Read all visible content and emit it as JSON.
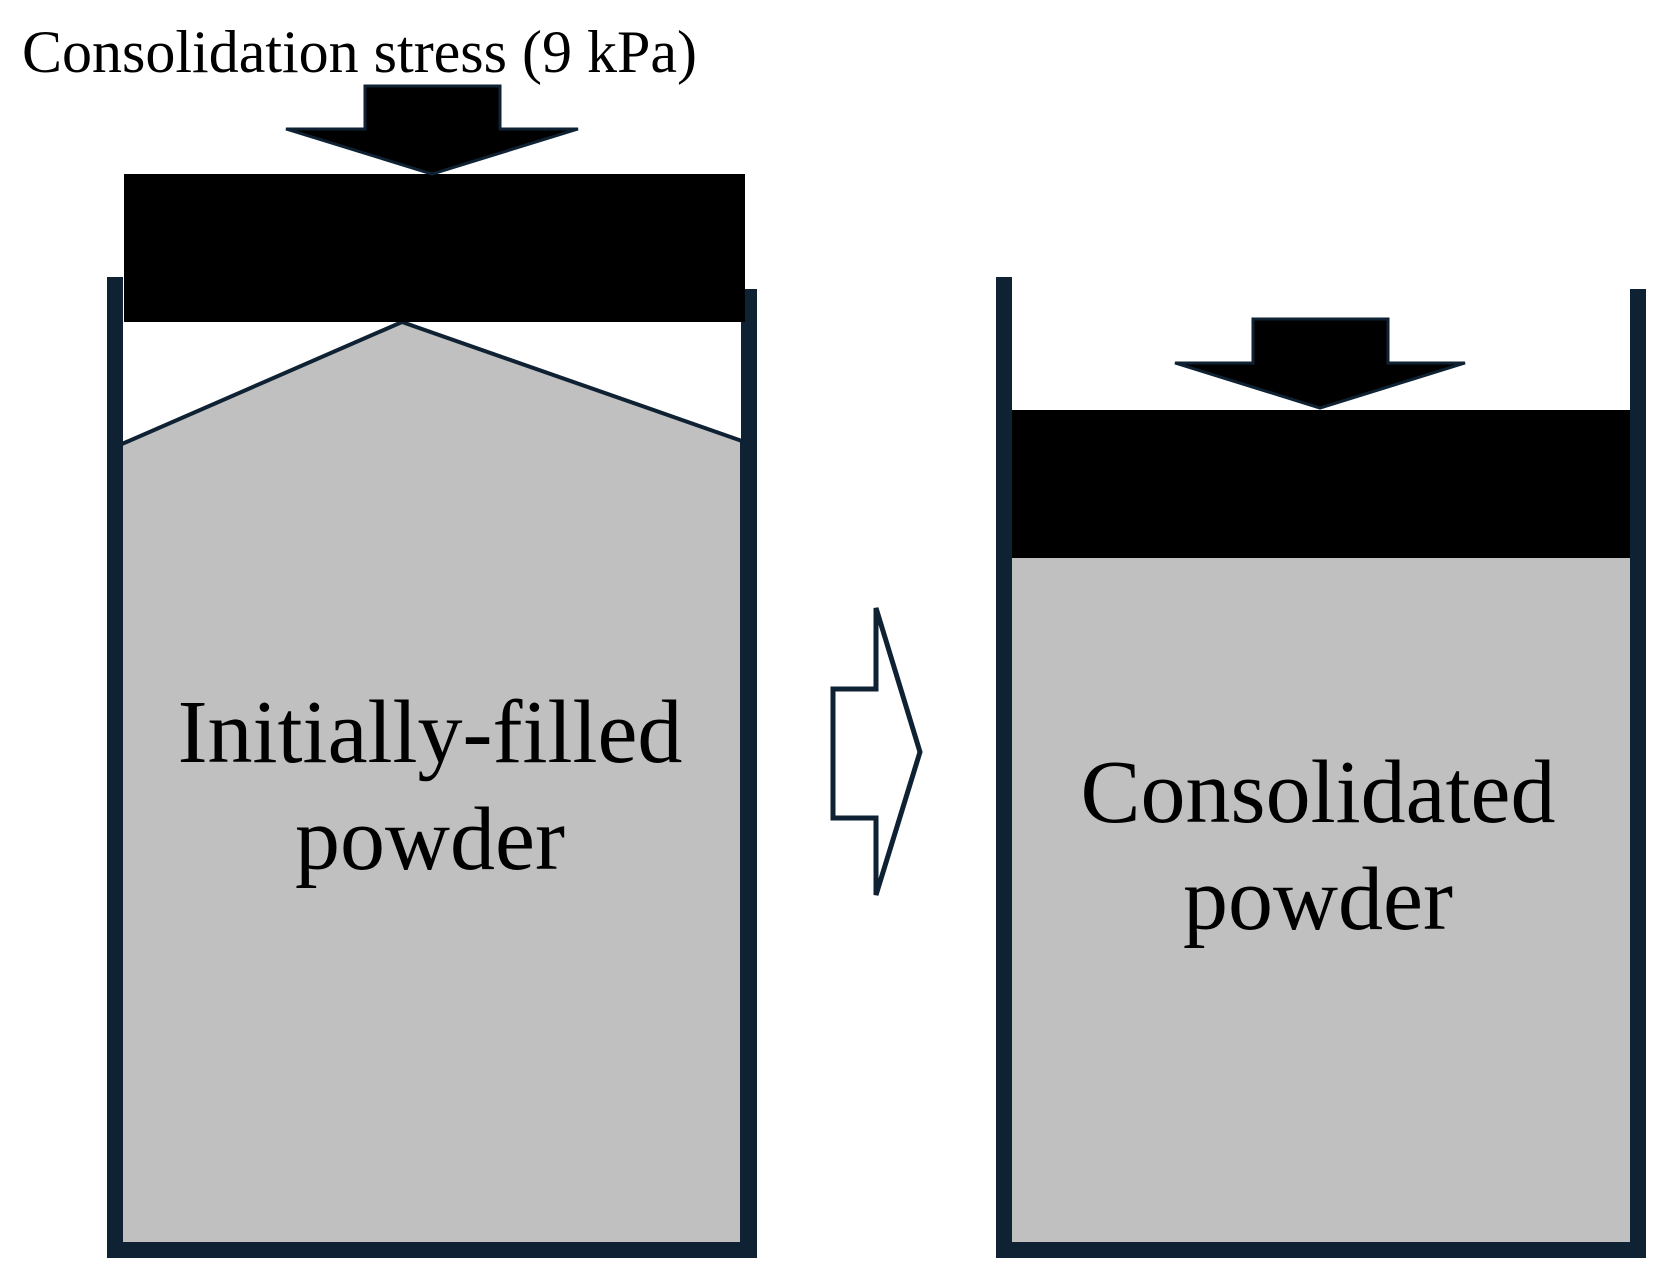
{
  "title": "Consolidation stress (9 kPa)",
  "left_container": {
    "label_line1": "Initially-filled",
    "label_line2": "powder"
  },
  "right_container": {
    "label_line1": "Consolidated",
    "label_line2": "powder"
  },
  "colors": {
    "wall": "#0f2233",
    "powder": "#c0c0c0",
    "lid": "#000000",
    "background": "#ffffff"
  },
  "icons": {
    "stress_arrow": "down-arrow-icon",
    "process_arrow": "right-arrow-outline-icon"
  }
}
